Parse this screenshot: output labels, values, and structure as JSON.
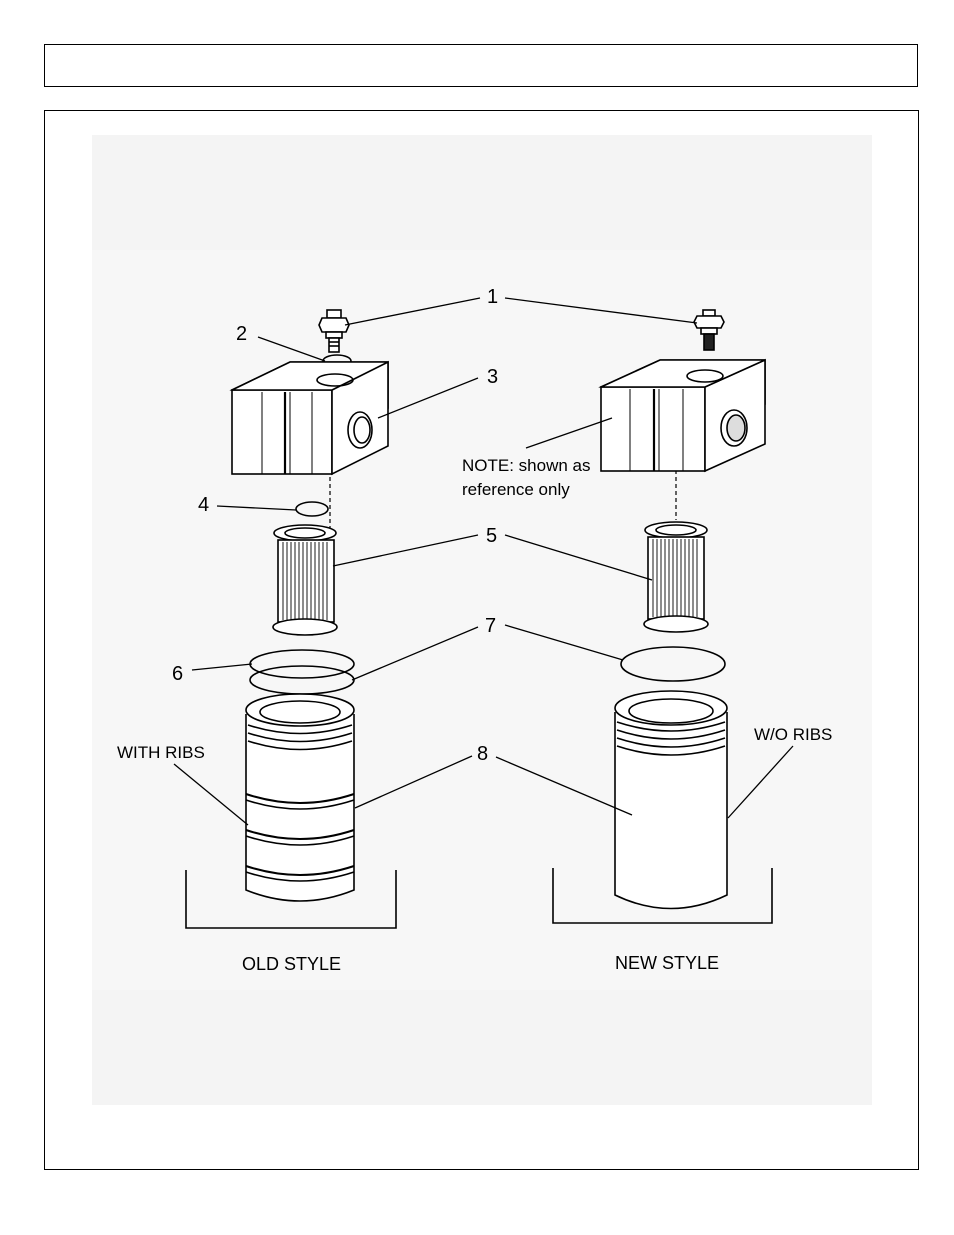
{
  "header": {
    "title": ""
  },
  "callouts": [
    "1",
    "2",
    "3",
    "4",
    "5",
    "6",
    "7",
    "8"
  ],
  "note": {
    "line1": "NOTE: shown as",
    "line2": "reference only"
  },
  "labels": {
    "with_ribs": "WITH RIBS",
    "wo_ribs": "W/O RIBS",
    "old_style": "OLD STYLE",
    "new_style": "NEW STYLE"
  }
}
